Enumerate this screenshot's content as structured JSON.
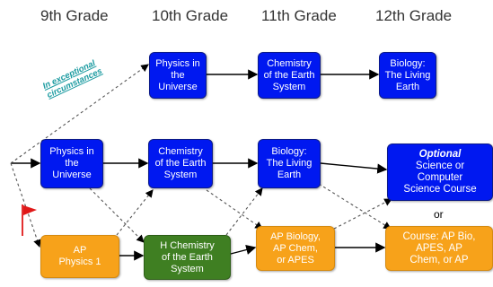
{
  "headers": [
    "9th Grade",
    "10th Grade",
    "11th Grade",
    "12th Grade"
  ],
  "note": "In exceptional\ncircumstances",
  "or_label": "or",
  "boxes": {
    "top_physics": "Physics in\nthe\nUniverse",
    "top_chem": "Chemistry\nof the Earth\nSystem",
    "top_bio": "Biology:\nThe Living\nEarth",
    "mid_physics": "Physics in\nthe\nUniverse",
    "mid_chem": "Chemistry\nof the Earth\nSystem",
    "mid_bio": "Biology:\nThe Living\nEarth",
    "optional_title": "Optional",
    "optional_rest": "Science or\nComputer\nScience Course",
    "ap_physics": "AP\nPhysics 1",
    "h_chem": "H Chemistry\nof the Earth\nSystem",
    "ap_bio": "AP Biology,\nAP Chem,\nor APES",
    "course_ap": "Course: AP Bio,\nAPES, AP\nChem, or AP"
  },
  "colors": {
    "blue": "#0018f0",
    "orange": "#f7a21a",
    "green": "#3f7f22",
    "flag": "#e01818",
    "note": "#1a9aa0"
  }
}
